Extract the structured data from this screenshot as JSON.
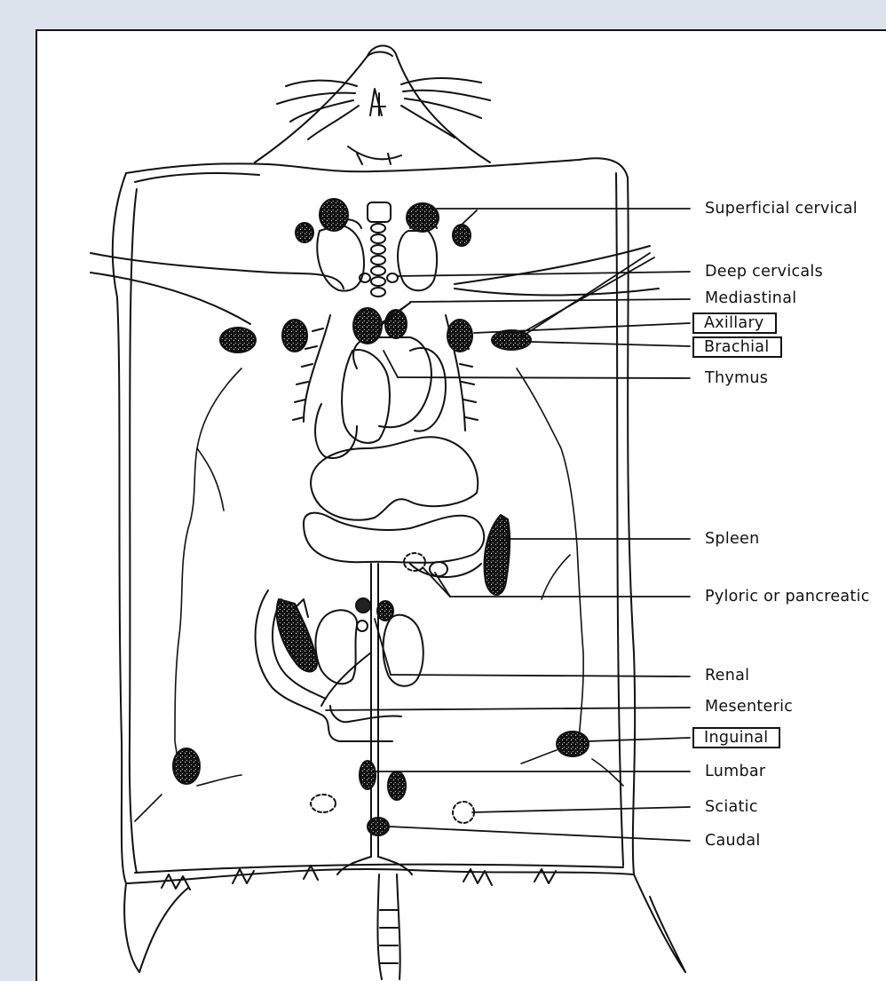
{
  "labels": {
    "superficial_cervical": "Superficial cervical",
    "deep_cervicals": "Deep cervicals",
    "mediastinal": "Mediastinal",
    "axillary": "Axillary",
    "brachial": "Brachial",
    "thymus": "Thymus",
    "spleen": "Spleen",
    "pyloric": "Pyloric or pancreatic",
    "renal": "Renal",
    "mesenteric": "Mesenteric",
    "inguinal": "Inguinal",
    "lumbar": "Lumbar",
    "sciatic": "Sciatic",
    "caudal": "Caudal"
  },
  "boxed_labels": [
    "axillary",
    "brachial",
    "inguinal"
  ]
}
